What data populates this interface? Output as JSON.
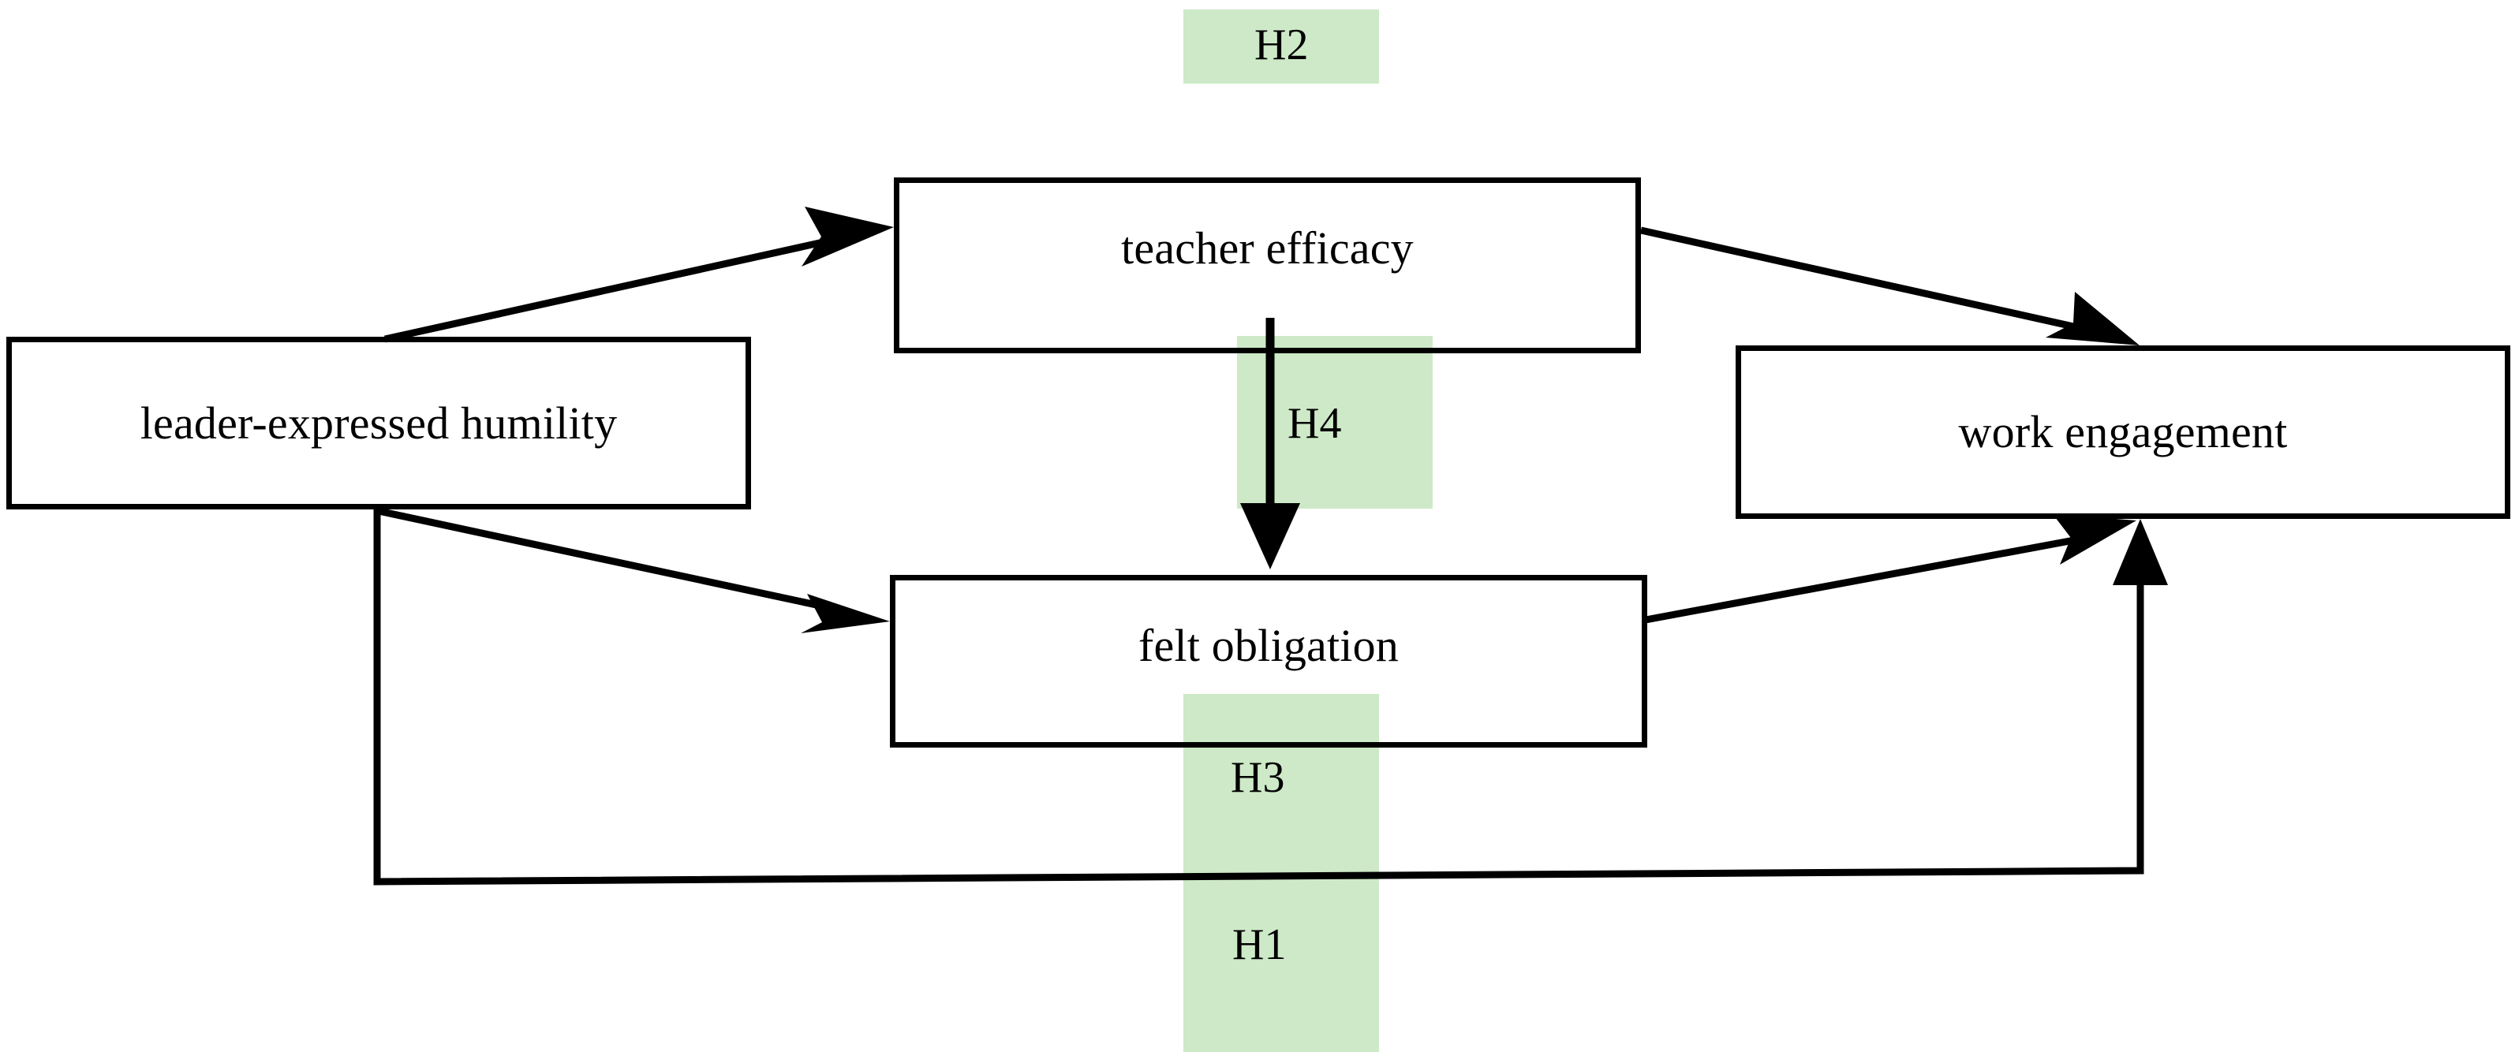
{
  "diagram": {
    "type": "research-model-path-diagram",
    "background_color": "#ffffff",
    "line_color": "#000000",
    "highlight_color": "#cde9c7",
    "nodes": [
      {
        "id": "leader-expressed-humility",
        "label": "leader-expressed humility"
      },
      {
        "id": "teacher-efficacy",
        "label": "teacher efficacy"
      },
      {
        "id": "felt-obligation",
        "label": "felt obligation"
      },
      {
        "id": "work-engagement",
        "label": "work engagement"
      }
    ],
    "hypotheses": [
      {
        "id": "H2",
        "label": "H2",
        "from": "leader-expressed-humility",
        "to": "teacher-efficacy"
      },
      {
        "id": "H4",
        "label": "H4",
        "from": "teacher-efficacy",
        "to": "felt-obligation"
      },
      {
        "id": "H3",
        "label": "H3",
        "from": "felt-obligation",
        "to": "work-engagement"
      },
      {
        "id": "H1",
        "label": "H1",
        "from": "leader-expressed-humility",
        "to": "work-engagement"
      }
    ]
  }
}
